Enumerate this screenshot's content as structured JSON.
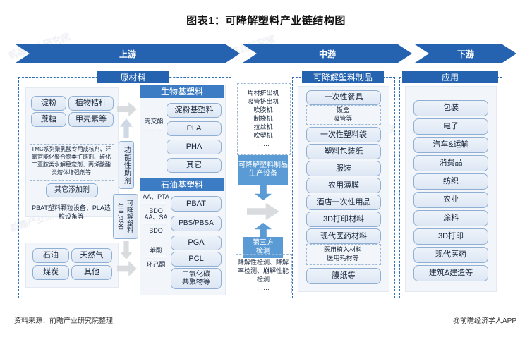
{
  "title": "图表1：可降解塑料产业链结构图",
  "chain_band": [
    {
      "name": "upstream",
      "label": "上游"
    },
    {
      "name": "midstream",
      "label": "中游"
    },
    {
      "name": "downstream",
      "label": "下游"
    }
  ],
  "upstream": {
    "header": "原材料",
    "bio_sources": [
      "淀粉",
      "植物秸秆",
      "蔗糖",
      "甲壳素等"
    ],
    "additives": {
      "text": "TMC系列聚乳酸专用成核剂、环氧官能化聚合物类扩链剂、碳化二亚胺类水解稳定剂、丙烯酸酯类熔体增强剂等",
      "label": "其它添加剂",
      "side_label": "功能性助剂"
    },
    "equipment": {
      "text": "PBAT塑料颗粒设备、PLA造粒设备等",
      "side_label_a": "可降解塑料",
      "side_label_b": "生产设备"
    },
    "fossil_sources": [
      "石油",
      "天然气",
      "煤炭",
      "其他"
    ],
    "bio_plastics": {
      "header": "生物基塑料",
      "items": [
        "淀粉基塑料",
        "PLA",
        "PHA",
        "其它"
      ],
      "reactant": "丙交酯"
    },
    "petro_plastics": {
      "header": "石油基塑料",
      "items": [
        "PBAT",
        "PBS/PBSA",
        "PGA",
        "PCL",
        "二氧化碳\n共聚物等"
      ],
      "reactants": [
        {
          "top": "AA、PTA",
          "bottom": "BDO"
        },
        {
          "top": "AA、SA",
          "bottom": "BDO"
        },
        {
          "top": "苯酚",
          "bottom": "环己酮"
        }
      ]
    }
  },
  "center": {
    "machines": "片材挤出机\n吸管挤出机\n吹膜机\n制袋机\n拉丝机\n吹塑机\n……",
    "equipment_box": "可降解塑料制品\n生产设备",
    "testing_box": "第三方\n检测",
    "testing_text": "降解性检测、降解率检测、崩解性能检测\n……"
  },
  "midstream": {
    "header": "可降解塑料制品",
    "items": [
      {
        "label": "一次性餐具",
        "sub": "饭盒\n吸管等"
      },
      {
        "label": "一次性塑料袋"
      },
      {
        "label": "塑料包装纸"
      },
      {
        "label": "服装"
      },
      {
        "label": "农用薄膜"
      },
      {
        "label": "酒店一次性用品"
      },
      {
        "label": "3D打印材料"
      },
      {
        "label": "现代医药材料",
        "sub": "医用植入材料\n医用耗材等"
      },
      {
        "label": "膜纸等"
      }
    ]
  },
  "downstream": {
    "header": "应用",
    "items": [
      "包装",
      "电子",
      "汽车&运输",
      "消费品",
      "纺织",
      "农业",
      "涂料",
      "3D打印",
      "现代医药",
      "建筑&建造等"
    ]
  },
  "footer": {
    "source": "资料来源：前瞻产业研究院整理",
    "app": "@前瞻经济学人APP"
  },
  "colors": {
    "brand_blue": "#2563b0",
    "sub_blue": "#3b7cc4",
    "accent_blue": "#5b9bd5",
    "pill_border": "#8fb0d4"
  }
}
